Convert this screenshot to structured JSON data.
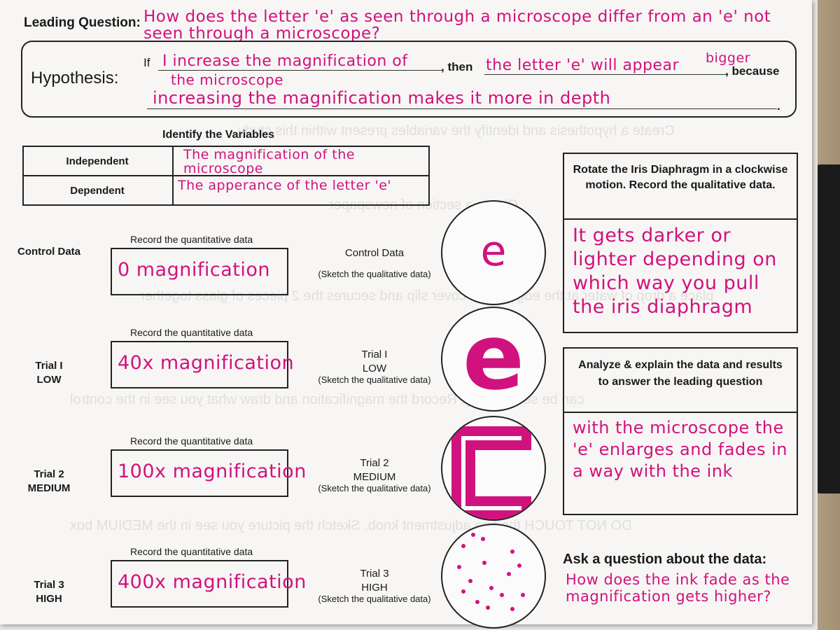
{
  "leading_question": {
    "label": "Leading Question:",
    "answer": "How does the letter 'e' as seen through a microscope differ from an 'e' not seen through a microscope?"
  },
  "hypothesis": {
    "label": "Hypothesis:",
    "if_word": "If",
    "if_answer": "I increase the magnification of",
    "then_word": ", then",
    "then_answer": "the letter 'e' will appear",
    "then_insert": "bigger",
    "because_word": ", because",
    "line2": "the microscope",
    "line3": "increasing the magnification makes it more in depth",
    "end": "."
  },
  "variables": {
    "title": "Identify the Variables",
    "rows": [
      {
        "label": "Independent",
        "answer": "The magnification of the microscope"
      },
      {
        "label": "Dependent",
        "answer": "The apperance of the letter 'e'"
      }
    ]
  },
  "trials": [
    {
      "name": "Control Data",
      "quant_title": "Record the quantitative data",
      "quant_value": "0 magnification",
      "sketch_label": "Control Data",
      "sketch_hint": "(Sketch the qualitative data)"
    },
    {
      "name": "Trial I\nLOW",
      "quant_title": "Record the quantitative data",
      "quant_value": "40x magnification",
      "sketch_label": "Trial I\nLOW",
      "sketch_hint": "(Sketch the qualitative data)"
    },
    {
      "name": "Trial 2\nMEDIUM",
      "quant_title": "Record the quantitative data",
      "quant_value": "100x magnification",
      "sketch_label": "Trial 2\nMEDIUM",
      "sketch_hint": "(Sketch the qualitative data)"
    },
    {
      "name": "Trial 3\nHIGH",
      "quant_title": "Record the quantitative data",
      "quant_value": "400x magnification",
      "sketch_label": "Trial 3\nHIGH",
      "sketch_hint": "(Sketch the qualitative data)"
    }
  ],
  "iris": {
    "title": "Rotate the Iris Diaphragm in a clockwise motion. Record the qualitative data.",
    "answer": "It gets darker or lighter depending on which way you pull the iris diaphragm"
  },
  "analyze": {
    "title": "Analyze & explain the data and results to answer the leading question",
    "answer": "with the microscope the 'e' enlarges and fades in a way with the ink"
  },
  "ask": {
    "title": "Ask a question about the data:",
    "answer": "How does the ink fade as the magnification gets higher?"
  },
  "sketches": {
    "letter": "e",
    "ink_color": "#d1127e"
  }
}
